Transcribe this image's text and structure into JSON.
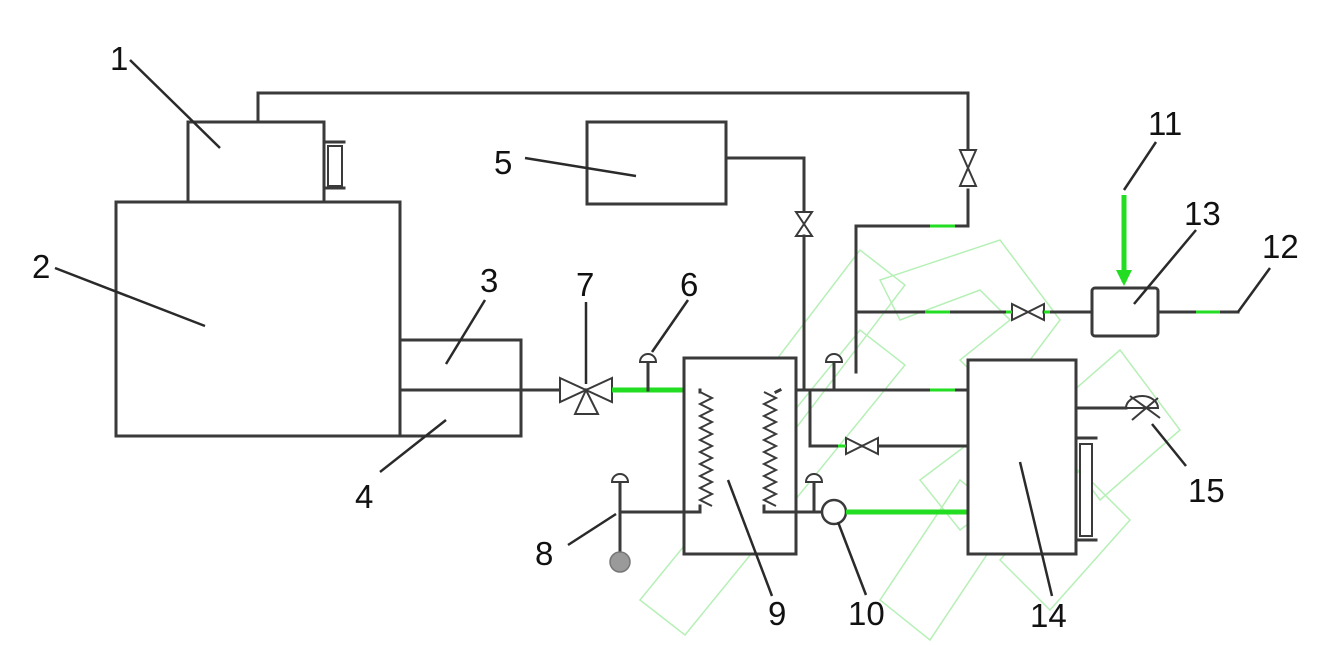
{
  "labels": {
    "n1": "1",
    "n2": "2",
    "n3": "3",
    "n4": "4",
    "n5": "5",
    "n6": "6",
    "n7": "7",
    "n8": "8",
    "n9": "9",
    "n10": "10",
    "n11": "11",
    "n12": "12",
    "n13": "13",
    "n14": "14",
    "n15": "15"
  },
  "colors": {
    "line": "#3a3a3a",
    "flow_highlight": "#22dd22",
    "watermark": "#b6f0b6"
  }
}
